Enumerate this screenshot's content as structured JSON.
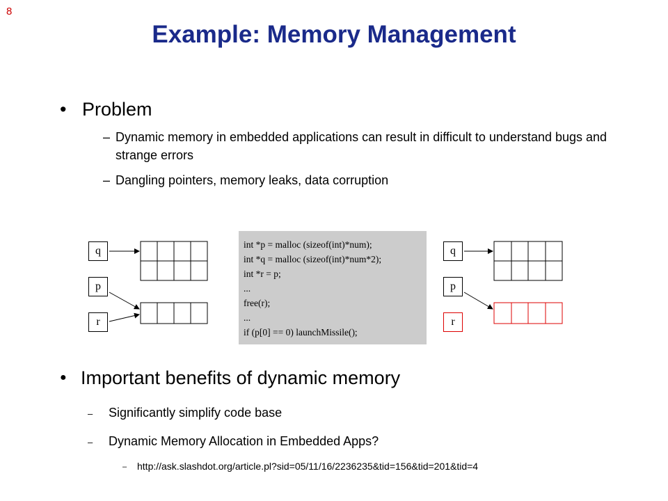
{
  "slide_number": "8",
  "title": "Example: Memory Management",
  "problem": {
    "heading": "Problem",
    "points": [
      "Dynamic memory in embedded applications can result in difficult to understand bugs and strange errors",
      "Dangling pointers, memory leaks, data corruption"
    ]
  },
  "code_lines": [
    "int *p = malloc (sizeof(int)*num);",
    "int *q = malloc (sizeof(int)*num*2);",
    "int *r = p;",
    "...",
    "free(r);",
    "...",
    "if (p[0] == 0) launchMissile();"
  ],
  "diagram_labels": {
    "q": "q",
    "p": "p",
    "r": "r"
  },
  "colors": {
    "title": "#1a2a8a",
    "slide_number": "#cc0000",
    "freed_memory": "#dd0000",
    "code_background": "#cccccc"
  },
  "benefits": {
    "heading": "Important benefits of dynamic memory",
    "points": [
      "Significantly simplify code base",
      "Dynamic Memory Allocation in Embedded Apps?"
    ],
    "link": "http://ask.slashdot.org/article.pl?sid=05/11/16/2236235&tid=156&tid=201&tid=4"
  }
}
